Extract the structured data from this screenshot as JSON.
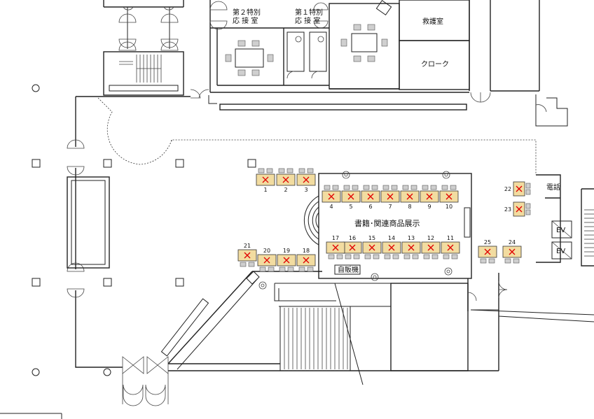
{
  "rooms": {
    "special_reception_2_line1": "第２特別",
    "special_reception_2_line2": "応 接 室",
    "special_reception_1_line1": "第１特別",
    "special_reception_1_line2": "応 接 室",
    "first_aid": "救護室",
    "cloak": "クローク",
    "phone": "電話",
    "ev_1": "EV",
    "ev_2": "EV",
    "vending": "自販機",
    "exhibit_area": "書籍･関連商品展示"
  },
  "booths": [
    "1",
    "2",
    "3",
    "4",
    "5",
    "6",
    "7",
    "8",
    "9",
    "10",
    "11",
    "12",
    "13",
    "14",
    "15",
    "16",
    "17",
    "18",
    "19",
    "20",
    "21",
    "22",
    "23",
    "24",
    "25"
  ],
  "colors": {
    "booth_fill": "#f2dca0",
    "mark": "#e00000",
    "chair": "#cfcfcf"
  }
}
